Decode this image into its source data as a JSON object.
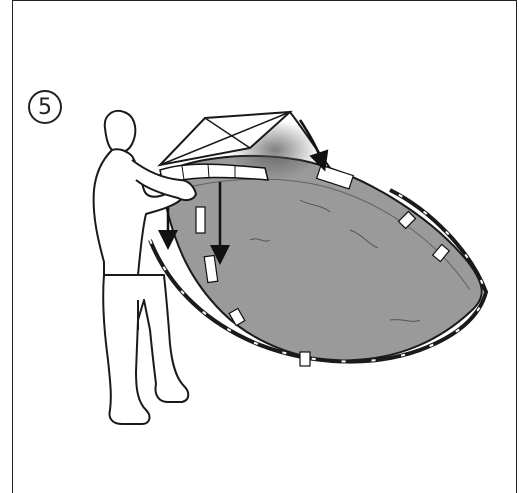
{
  "diagram": {
    "step_number": "5",
    "icons": [
      "person-outline",
      "tent-body",
      "tent-rainfly",
      "arrow-down"
    ],
    "colors": {
      "line": "#1a1a1a",
      "tent_fill": "#9a9a9a",
      "tent_inner": "#8c8c8c",
      "fly_fill": "#ffffff",
      "pole_segment": "#d9d9d9"
    }
  }
}
